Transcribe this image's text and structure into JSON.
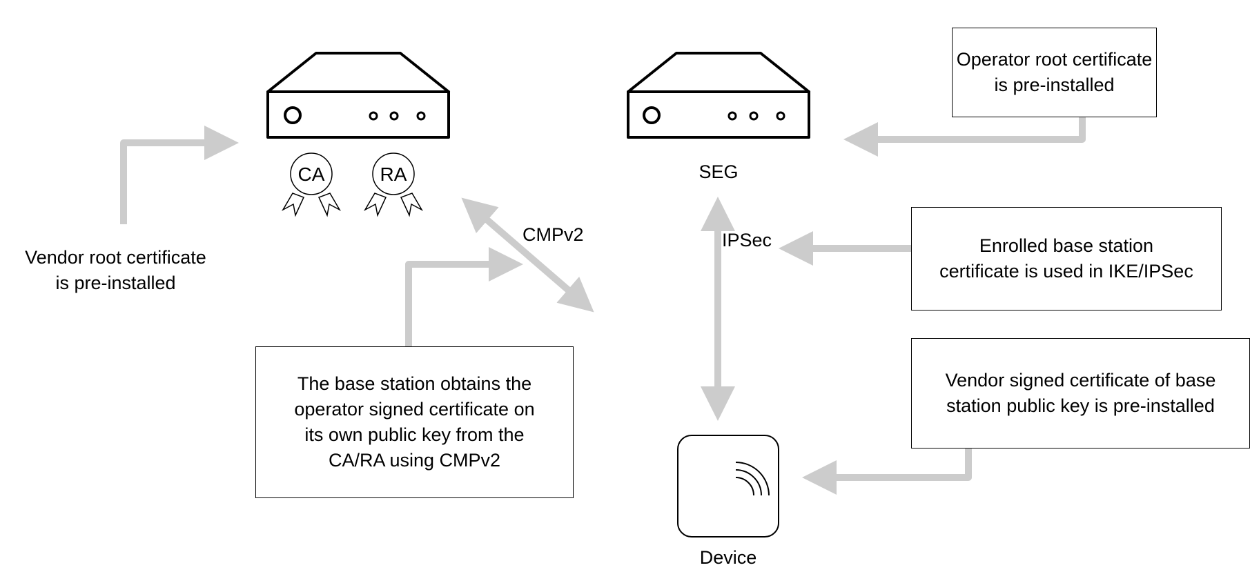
{
  "nodes": {
    "ca_badge": "CA",
    "ra_badge": "RA",
    "seg_label": "SEG",
    "device_label": "Device"
  },
  "links": {
    "cmpv2": "CMPv2",
    "ipsec": "IPSec"
  },
  "notes": {
    "vendor_root": "Vendor root certificate\nis pre-installed",
    "operator_root": "Operator root certificate\nis pre-installed",
    "enrolled": "Enrolled base station\ncertificate is used in IKE/IPSec",
    "vendor_signed": "Vendor signed certificate of base\nstation public key is pre-installed",
    "obtains": "The base station obtains the\noperator signed certificate on\nits own public key from the\nCA/RA using CMPv2"
  },
  "colors": {
    "arrow": "#cccccc",
    "stroke": "#000000"
  }
}
